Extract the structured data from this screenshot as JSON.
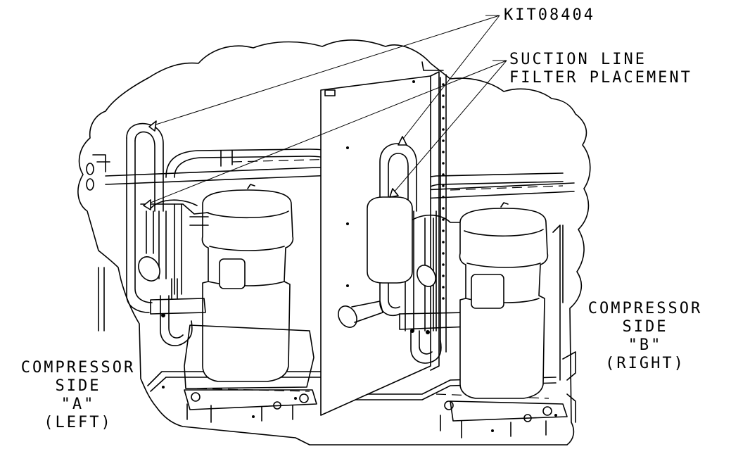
{
  "labels": {
    "kit": "KIT08404",
    "filter_line1": "SUCTION LINE",
    "filter_line2": "FILTER PLACEMENT",
    "side_a": [
      "COMPRESSOR",
      "SIDE",
      "\"A\"",
      "(LEFT)"
    ],
    "side_b": [
      "COMPRESSOR",
      "SIDE",
      "\"B\"",
      "(RIGHT)"
    ]
  },
  "icons": [
    "compressor-a-icon",
    "compressor-b-icon",
    "suction-filter-icon",
    "center-panel-icon",
    "leader-arrow-icon"
  ],
  "colors": {
    "line": "#000000",
    "background": "#ffffff"
  }
}
